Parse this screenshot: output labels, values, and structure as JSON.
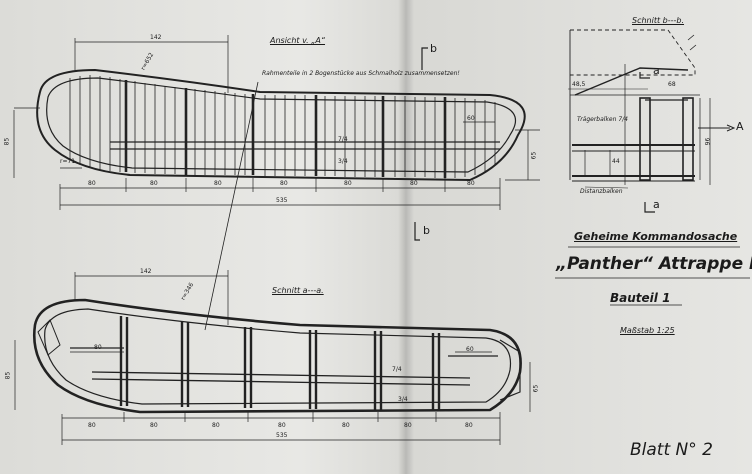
{
  "views": {
    "top": {
      "title": "Ansicht v. „A“"
    },
    "bottom": {
      "title": "Schnitt a---a."
    },
    "section": {
      "title": "Schnitt b---b."
    }
  },
  "title_block": {
    "classification": "Geheime Kommandosache",
    "name": "„Panther“ Attrappe N° I",
    "part": "Bauteil 1",
    "scale": "Maßstab 1:25",
    "sheet": "Blatt  N° 2"
  },
  "notes": {
    "frame_note": "Rahmenteile in 2 Bogenstücke aus Schmalholz zusammensetzen!",
    "traeger": "Trägerbalken 7/4",
    "distanz": "Distanzbalken"
  },
  "markers": {
    "a": "a",
    "b": "b",
    "A": "A"
  },
  "dims": {
    "top_r": "r=652",
    "top_142": "142",
    "top_85": "85",
    "top_segments": [
      "80",
      "80",
      "80",
      "80",
      "80",
      "80",
      "80"
    ],
    "top_total": "535",
    "top_60": "60",
    "top_65": "65",
    "top_r2": "r=71",
    "bot_r": "r=346",
    "bot_142": "142",
    "bot_80": "80",
    "bot_60": "60",
    "bot_85": "85",
    "bot_65": "65",
    "bot_segments": [
      "80",
      "80",
      "80",
      "80",
      "80",
      "80",
      "80"
    ],
    "bot_total": "535",
    "sec_48": "48,5",
    "sec_68": "68",
    "sec_96": "96",
    "sec_44": "44",
    "beam_74": "7/4",
    "beam_34": "3/4"
  }
}
